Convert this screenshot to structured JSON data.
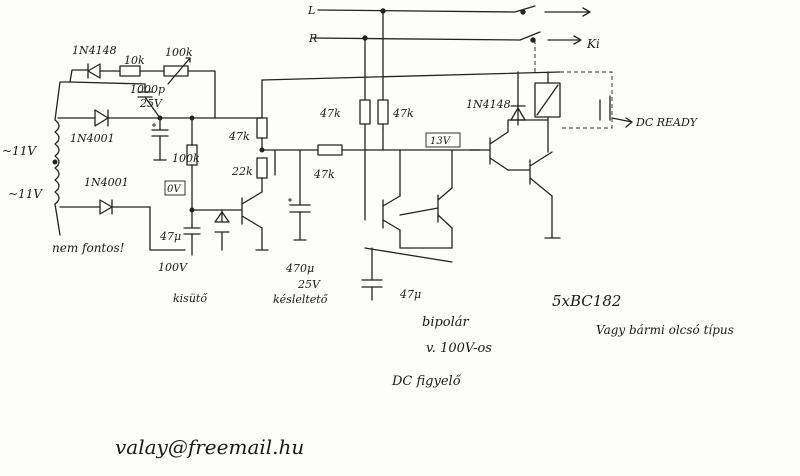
{
  "labels": {
    "d_1n4148_top": "1N4148",
    "r_10k": "10k",
    "pot_100k": "100k",
    "c_1000p": "1000p",
    "v_25v": "25V",
    "d_1n4001_a": "1N4001",
    "d_1n4001_b": "1N4001",
    "ac_11v_a": "~11V",
    "ac_11v_b": "~11V",
    "nem_fontos": "nem fontos!",
    "r_100k_c": "100k",
    "v_box_0v": "0V",
    "r_47k_a": "47k",
    "r_22k": "22k",
    "c_47u": "47μ",
    "v_100v": "100V",
    "kisuto": "kisütő",
    "c_470u": "470μ",
    "v_25v_b": "25V",
    "keslelteto": "késleltető",
    "r_47k_b": "47k",
    "r_47k_c": "47k",
    "r_47k_d": "47k",
    "d_1n4148_relay": "1N4148",
    "v_box_13v": "13V",
    "dc_ready": "DC READY",
    "in_l": "L",
    "in_r": "R",
    "out_ki": "Ki",
    "c_47u_b": "47μ",
    "bipolar": "bipolár",
    "v_100v_os": "v. 100V-os",
    "dc_figyelo": "DC figyelő",
    "transistor_note": "5xBC182",
    "transistor_note2": "Vagy bármi olcsó típus",
    "email": "valay@freemail.hu"
  }
}
